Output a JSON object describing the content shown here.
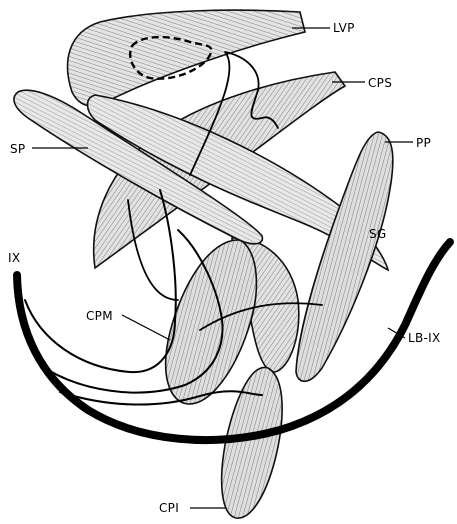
{
  "labels": {
    "lvp": "LVP",
    "cps": "CPS",
    "pp": "PP",
    "sp": "SP",
    "sg": "SG",
    "ix": "IX",
    "cpm": "CPM",
    "lb_ix": "LB-IX",
    "cpi": "CPI"
  },
  "colors": {
    "ink": "#000000",
    "muscle_fill": "#d9d9d9",
    "background": "#ffffff"
  }
}
